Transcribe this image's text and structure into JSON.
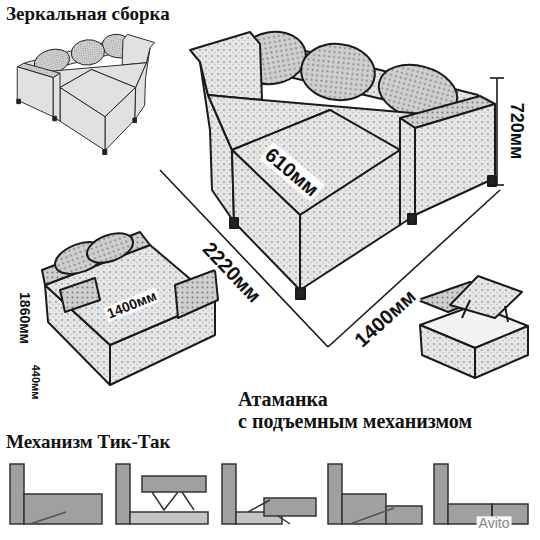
{
  "diagram": {
    "labels": [
      "Зеркальная сборка",
      "610мм",
      "720мм",
      "2220мм",
      "1400мм",
      "1400мм",
      "1860мм",
      "440мм",
      "Атаманка",
      "с подъемным механизмом",
      "Механизм Тик-Так",
      "Avito"
    ]
  }
}
